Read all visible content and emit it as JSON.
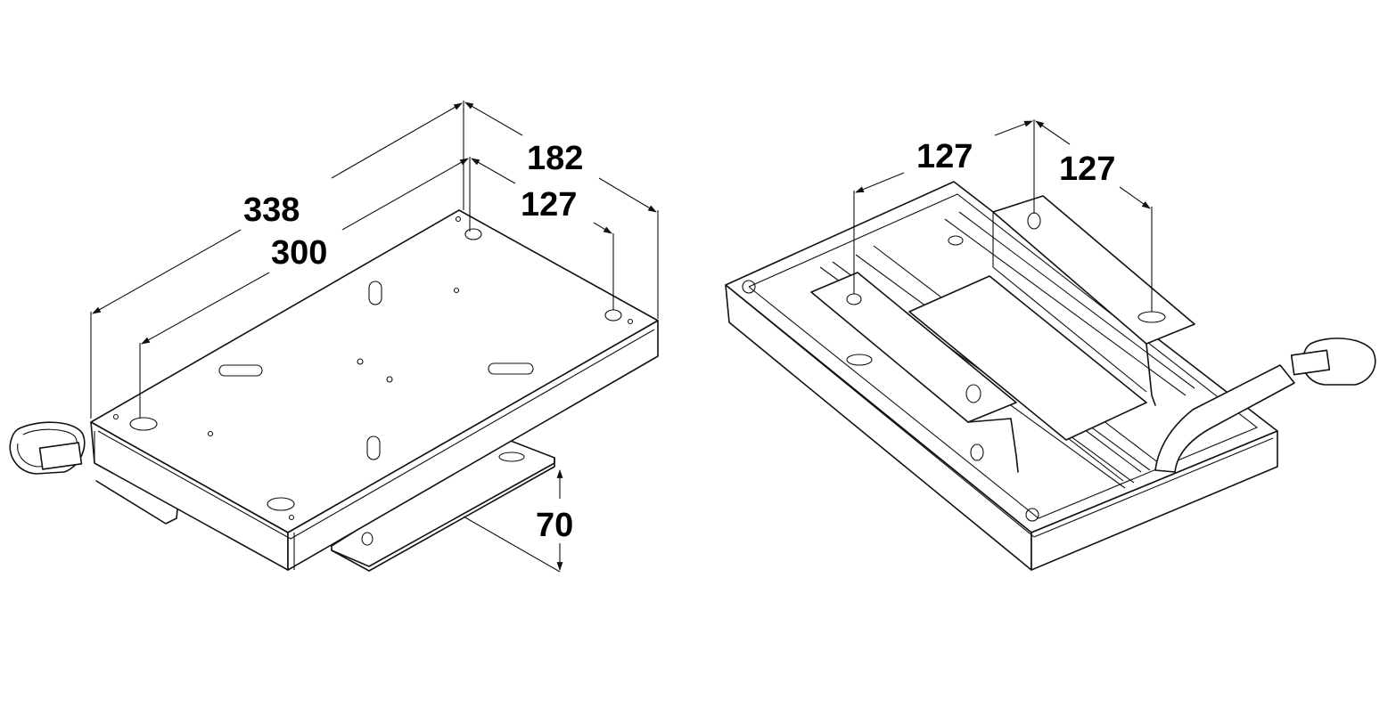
{
  "left_view": {
    "dimensions": {
      "overall_length": "338",
      "slot_length": "300",
      "overall_width": "182",
      "slot_spacing": "127",
      "height": "70"
    }
  },
  "right_view": {
    "dimensions": {
      "bracket_spacing_a": "127",
      "bracket_spacing_b": "127"
    }
  }
}
